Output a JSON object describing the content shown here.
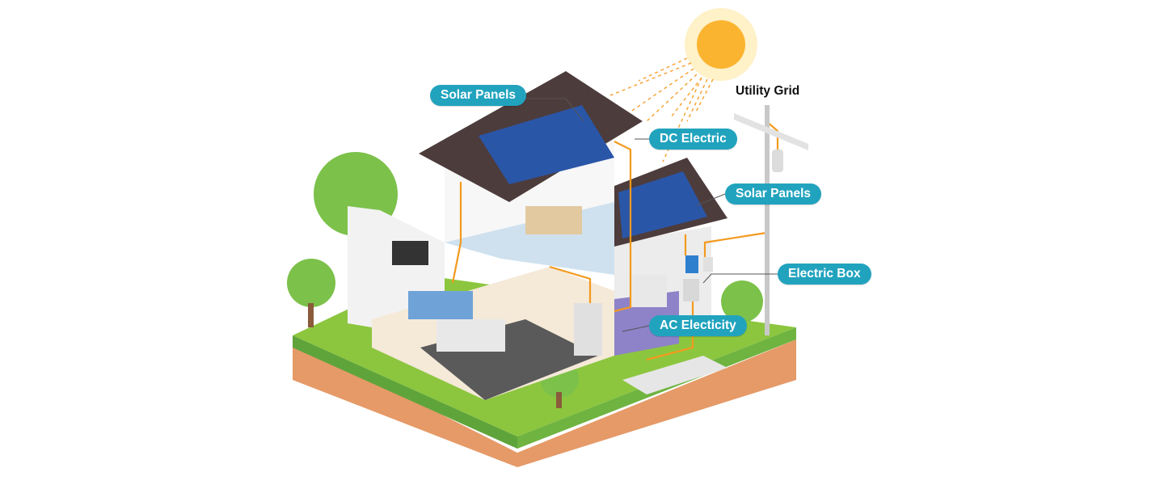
{
  "labels": {
    "solar_panels_main": "Solar Panels",
    "dc_electric": "DC Electric",
    "solar_panels_annex": "Solar Panels",
    "electric_box": "Electric Box",
    "ac_electricity": "AC Electicity",
    "utility_grid": "Utility Grid"
  },
  "colors": {
    "label_bg": "#21a3be",
    "wire": "#f39a1e",
    "panel": "#2a56a8",
    "roof": "#4d3c3c",
    "grass": "#8cc63f",
    "soil": "#e59a68"
  }
}
